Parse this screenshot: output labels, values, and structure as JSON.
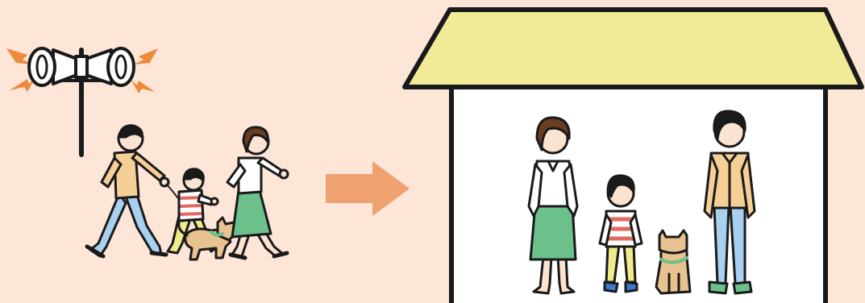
{
  "scene": {
    "panels": [
      {
        "id": "outside",
        "content": [
          "siren-loudspeaker",
          "father",
          "son",
          "dog",
          "mother"
        ],
        "icon": "evacuating-family"
      },
      {
        "id": "inside-house",
        "content": [
          "mother",
          "son",
          "dog",
          "father"
        ],
        "icon": "family-sheltering-indoors"
      }
    ],
    "transition": {
      "icon": "right-arrow"
    },
    "colors": {
      "background": "#fde5d8",
      "roof": "#f1ea96",
      "house_interior": "#ffffff",
      "arrow": "#f0a170",
      "siren_flash": "#ef8a3a",
      "skirt": "#6cc08a",
      "shirt_father": "#f6cf96",
      "pants_father": "#a8d0ef",
      "stripes": "#e06a60",
      "pants_child": "#eeeb8a",
      "dog": "#e8c290",
      "skin": "#fbe3d2",
      "hair": "#1a1a1a",
      "hair_mother": "#6b3c22"
    }
  }
}
